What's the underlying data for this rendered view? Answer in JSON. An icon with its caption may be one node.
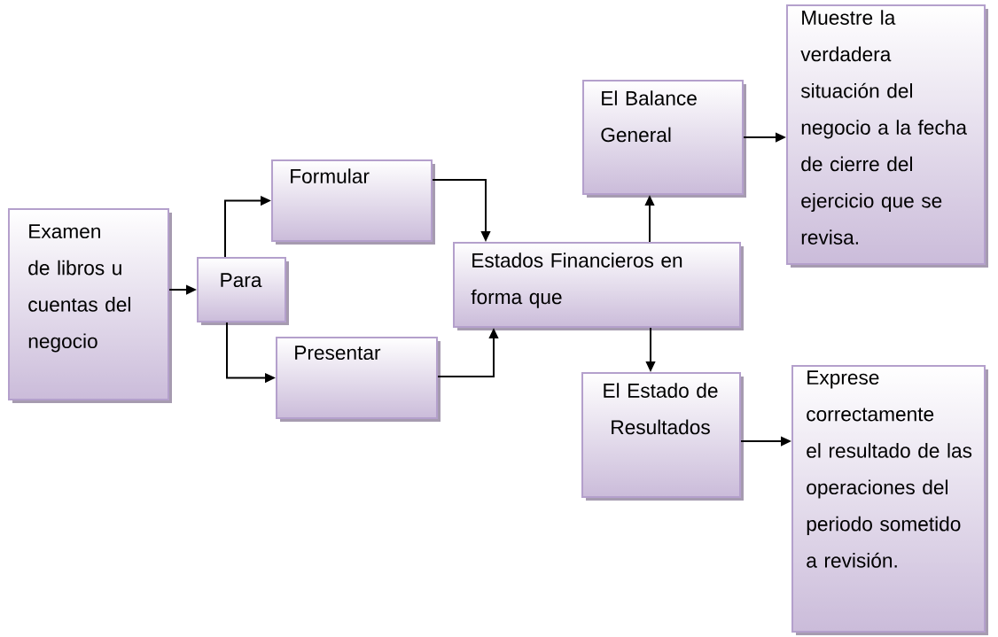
{
  "diagram": {
    "nodes": [
      {
        "text": [
          "Examen de libros u cuentas del negocio"
        ]
      },
      {
        "text": [
          "Para"
        ]
      },
      {
        "text": [
          "Formular"
        ]
      },
      {
        "text": [
          "Presentar"
        ]
      },
      {
        "text": [
          "Estados Financieros en forma que"
        ]
      },
      {
        "text": [
          "El Balance General"
        ]
      },
      {
        "text": [
          "Muestre la verdadera situación del negocio a la fecha de cierre del ejercicio que se revisa."
        ]
      },
      {
        "text": [
          "El Estado de Resultados"
        ]
      },
      {
        "text": [
          "Exprese correctamente el resultado de las operaciones del periodo sometido a revisión."
        ]
      }
    ],
    "edges": [
      {
        "from": 0,
        "to": 1,
        "arrow": "to"
      },
      {
        "from": 1,
        "to": 2,
        "arrow": "to"
      },
      {
        "from": 1,
        "to": 3,
        "arrow": "to"
      },
      {
        "from": 2,
        "to": 4,
        "arrow": "to"
      },
      {
        "from": 3,
        "to": 4,
        "arrow": "to"
      },
      {
        "from": 4,
        "to": 5,
        "arrow": "to"
      },
      {
        "from": 4,
        "to": 7,
        "arrow": "to"
      },
      {
        "from": 5,
        "to": 6,
        "arrow": "to"
      },
      {
        "from": 7,
        "to": 8,
        "arrow": "to"
      }
    ]
  }
}
